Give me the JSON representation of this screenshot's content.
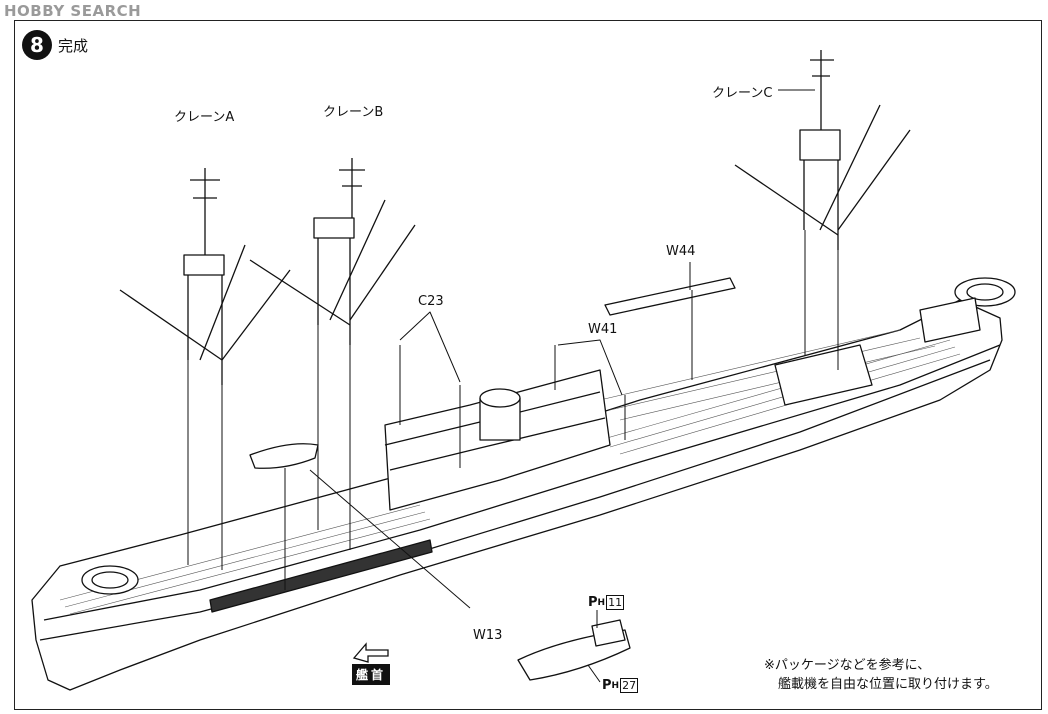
{
  "watermark": "HOBBY SEARCH",
  "step": {
    "number": "8",
    "title": "完成"
  },
  "labels": {
    "crane_a": "クレーンA",
    "crane_b": "クレーンB",
    "crane_c": "クレーンC",
    "c23": "C23",
    "w41": "W41",
    "w44": "W44",
    "w13": "W13"
  },
  "parts": {
    "ph11": {
      "letter": "P",
      "sub": "H",
      "num": "11"
    },
    "ph27": {
      "letter": "P",
      "sub": "H",
      "num": "27"
    }
  },
  "bow_label": "艦首",
  "note": {
    "line1": "※パッケージなどを参考に、",
    "line2": "艦載機を自由な位置に取り付けます。"
  },
  "colors": {
    "ink": "#111111",
    "deck": "#555555",
    "watermark": "#9a9a9a"
  }
}
